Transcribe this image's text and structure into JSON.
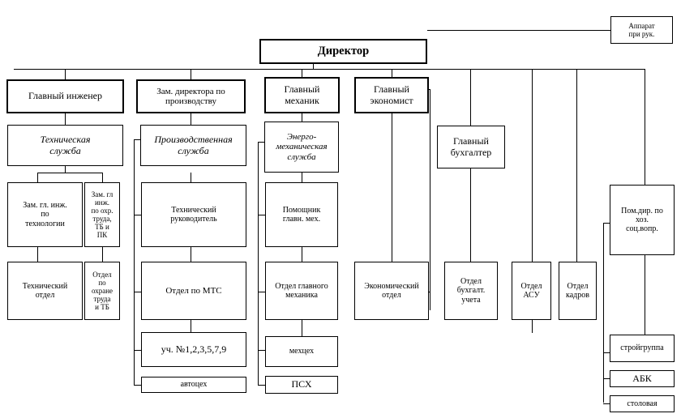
{
  "diagram": {
    "title_box": {
      "label": "Директор"
    },
    "apparatus_box": {
      "label": "Аппарат\nпри рук."
    },
    "level2": [
      {
        "label": "Главный инженер"
      },
      {
        "label": "Зам. директора по\nпроизводству"
      },
      {
        "label": "Главный\nмеханик"
      },
      {
        "label": "Главный\nэкономист"
      },
      {
        "label": "Главный\nбухгалтер"
      }
    ],
    "services": [
      {
        "label": "Техническая\nслужба"
      },
      {
        "label": "Производственная\nслужба"
      },
      {
        "label": "Энерго-\nмеханическая\nслужба"
      }
    ],
    "level3": [
      {
        "label": "Зам. гл. инж.\nпо\nтехнологии"
      },
      {
        "label": "Зам. гл\nинж.\nпо охр.\nтруда,\nТБ и\nПК"
      },
      {
        "label": "Технический\nруководитель"
      },
      {
        "label": "Помощник\nглавн. мех."
      },
      {
        "label": "Пом.дир. по\nхоз.\nсоц.вопр."
      }
    ],
    "level4": [
      {
        "label": "Технический\nотдел"
      },
      {
        "label": "Отдел\nпо\nохране\nтруда\nи ТБ"
      },
      {
        "label": "Отдел по МТС"
      },
      {
        "label": "Отдел главного\nмеханика"
      },
      {
        "label": "Экономический\nотдел"
      },
      {
        "label": "Отдел\nбухгалт.\nучета"
      },
      {
        "label": "Отдел\nАСУ"
      },
      {
        "label": "Отдел\nкадров"
      }
    ],
    "level5": [
      {
        "label": "уч. №1,2,3,5,7,9"
      },
      {
        "label": "мехцех"
      },
      {
        "label": "стройгруппа"
      }
    ],
    "level6": [
      {
        "label": "автоцех"
      },
      {
        "label": "ПСХ"
      },
      {
        "label": "АБК"
      },
      {
        "label": "столовая"
      }
    ],
    "colors": {
      "line": "#000000",
      "background": "#ffffff"
    }
  }
}
